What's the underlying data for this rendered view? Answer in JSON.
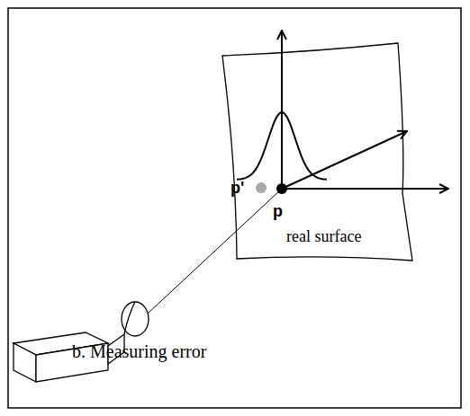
{
  "diagram": {
    "caption": "b. Measuring error",
    "labels": [
      "p'",
      "p",
      "real surface"
    ]
  }
}
